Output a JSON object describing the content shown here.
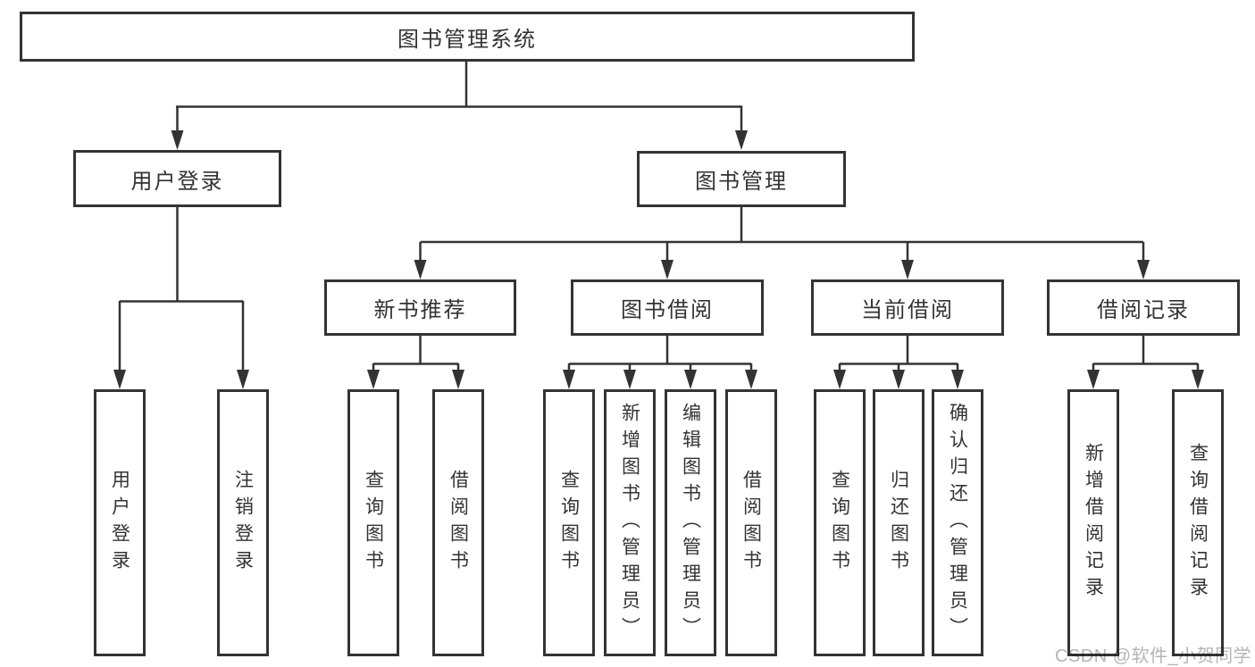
{
  "diagram": {
    "type": "hierarchy-tree",
    "root": {
      "id": "system",
      "label": "图书管理系统"
    },
    "level2": [
      {
        "id": "user-login",
        "label": "用户登录",
        "parent": "system"
      },
      {
        "id": "book-management",
        "label": "图书管理",
        "parent": "system"
      }
    ],
    "level3": [
      {
        "id": "new-book-recommend",
        "label": "新书推荐",
        "parent": "book-management"
      },
      {
        "id": "book-borrow",
        "label": "图书借阅",
        "parent": "book-management"
      },
      {
        "id": "current-borrow",
        "label": "当前借阅",
        "parent": "book-management"
      },
      {
        "id": "borrow-records",
        "label": "借阅记录",
        "parent": "book-management"
      }
    ],
    "leaves": [
      {
        "id": "leaf-user-login",
        "label": "用户登录",
        "parent": "user-login"
      },
      {
        "id": "leaf-logout",
        "label": "注销登录",
        "parent": "user-login"
      },
      {
        "id": "leaf-query-books-rec",
        "label": "查询图书",
        "parent": "new-book-recommend"
      },
      {
        "id": "leaf-borrow-books-rec",
        "label": "借阅图书",
        "parent": "new-book-recommend"
      },
      {
        "id": "leaf-query-books-borrow",
        "label": "查询图书",
        "parent": "book-borrow"
      },
      {
        "id": "leaf-add-book-admin",
        "label": "新增图书（管理员）",
        "parent": "book-borrow"
      },
      {
        "id": "leaf-edit-book-admin",
        "label": "编辑图书（管理员）",
        "parent": "book-borrow"
      },
      {
        "id": "leaf-borrow-books",
        "label": "借阅图书",
        "parent": "book-borrow"
      },
      {
        "id": "leaf-query-books-current",
        "label": "查询图书",
        "parent": "current-borrow"
      },
      {
        "id": "leaf-return-book",
        "label": "归还图书",
        "parent": "current-borrow"
      },
      {
        "id": "leaf-confirm-return",
        "label": "确认归还（管理员）",
        "parent": "current-borrow"
      },
      {
        "id": "leaf-add-borrow-record",
        "label": "新增借阅记录",
        "parent": "borrow-records"
      },
      {
        "id": "leaf-query-borrow-record",
        "label": "查询借阅记录",
        "parent": "borrow-records"
      }
    ]
  },
  "watermark": {
    "text": "CSDN @软件_小贺同学"
  },
  "colors": {
    "line": "#333333",
    "box_border": "#333333",
    "box_fill": "#ffffff",
    "text": "#333333",
    "watermark": "#b5b5b5"
  }
}
